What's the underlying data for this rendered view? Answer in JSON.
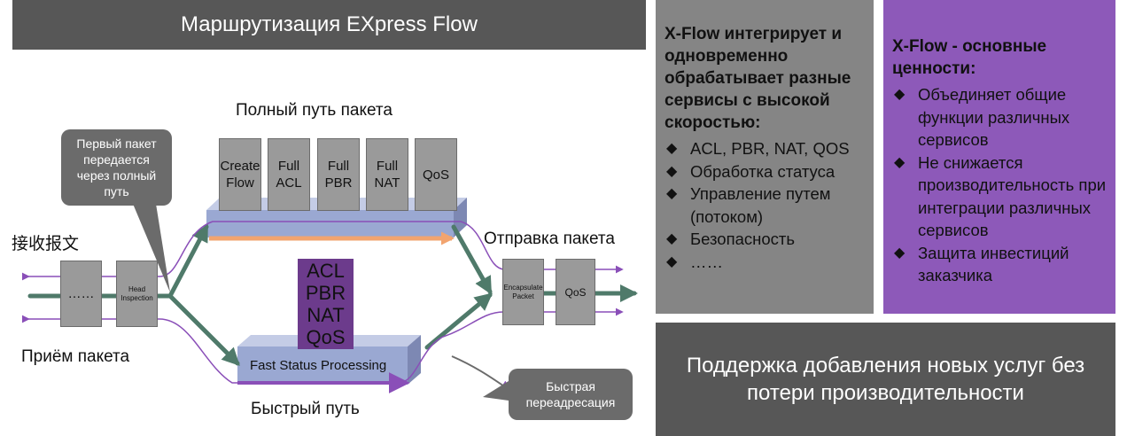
{
  "header": {
    "title": "Маршрутизация EXpress Flow"
  },
  "diagram": {
    "full_path_title": "Полный путь пакета",
    "fast_path_title": "Быстрый путь",
    "receive_label_cn": "接收报文",
    "receive_label_ru": "Приём пакета",
    "send_label": "Отправка пакета",
    "callout_first_packet": "Первый пакет передается через полный путь",
    "callout_fast_redirect": "Быстрая переадресация",
    "full_path_boxes": [
      "Create Flow",
      "Full ACL",
      "Full PBR",
      "Full NAT",
      "QoS"
    ],
    "ingress_boxes": [
      "……",
      "Head Inspection"
    ],
    "egress_boxes": [
      "Encapsulate Packet",
      "QoS"
    ],
    "fast_services": [
      "ACL",
      "PBR",
      "NAT",
      "QoS"
    ],
    "fast_processing_label": "Fast Status Processing"
  },
  "panel_grey": {
    "heading": "X-Flow  интегрирует и одновременно обрабатывает разные сервисы с высокой скоростью:",
    "items": [
      "ACL, PBR, NAT, QOS",
      "Обработка статуса",
      "Управление путем (потоком)",
      "Безопасность",
      "……"
    ]
  },
  "panel_purple": {
    "heading": "X-Flow - основные ценности:",
    "items": [
      "Объединяет общие функции различных сервисов",
      "Не снижается производительность при интеграции различных сервисов",
      "Защита инвестиций заказчика"
    ]
  },
  "panel_bottom": {
    "text": "Поддержка добавления новых услуг без потери производительности"
  },
  "colors": {
    "dark_grey": "#575757",
    "mid_grey": "#858585",
    "purple": "#8d59b9",
    "arrow_green": "#4f7a6a",
    "lane_blue": "#9aa8d2",
    "orange_arrow": "#f2a46f"
  }
}
